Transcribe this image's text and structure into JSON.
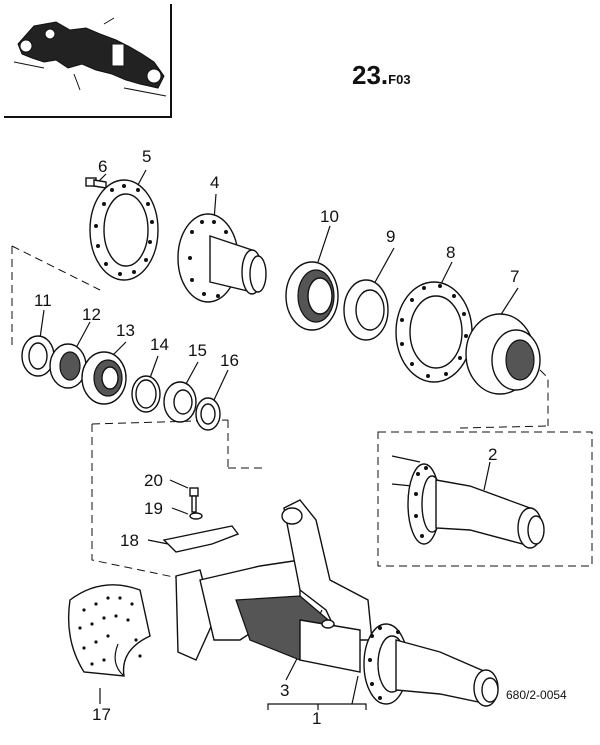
{
  "header": {
    "section_number": "23.",
    "section_suffix": "F03",
    "drawing_number": "680/2-0054"
  },
  "thumbnail": {
    "icon": "axle-assembly-thumbnail"
  },
  "callouts": [
    {
      "id": "c1",
      "label": "1",
      "part": "axle-housing-assembly"
    },
    {
      "id": "c2",
      "label": "2",
      "part": "axle-spindle-detail"
    },
    {
      "id": "c3",
      "label": "3",
      "part": "axle-housing"
    },
    {
      "id": "c4",
      "label": "4",
      "part": "wheel-hub"
    },
    {
      "id": "c5",
      "label": "5",
      "part": "brake-disc-ring"
    },
    {
      "id": "c6",
      "label": "6",
      "part": "bolt"
    },
    {
      "id": "c7",
      "label": "7",
      "part": "brake-drum"
    },
    {
      "id": "c8",
      "label": "8",
      "part": "flange-ring"
    },
    {
      "id": "c9",
      "label": "9",
      "part": "seal-ring"
    },
    {
      "id": "c10",
      "label": "10",
      "part": "roller-bearing"
    },
    {
      "id": "c11",
      "label": "11",
      "part": "spacer-ring"
    },
    {
      "id": "c12",
      "label": "12",
      "part": "bearing-race"
    },
    {
      "id": "c13",
      "label": "13",
      "part": "tapered-bearing"
    },
    {
      "id": "c14",
      "label": "14",
      "part": "snap-ring"
    },
    {
      "id": "c15",
      "label": "15",
      "part": "slotted-nut"
    },
    {
      "id": "c16",
      "label": "16",
      "part": "lock-washer"
    },
    {
      "id": "c17",
      "label": "17",
      "part": "bushing-sleeve"
    },
    {
      "id": "c18",
      "label": "18",
      "part": "bracket-plate"
    },
    {
      "id": "c19",
      "label": "19",
      "part": "washer"
    },
    {
      "id": "c20",
      "label": "20",
      "part": "screw"
    }
  ]
}
